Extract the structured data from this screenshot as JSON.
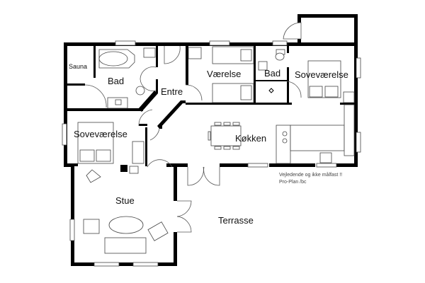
{
  "plan": {
    "rooms": [
      {
        "id": "sauna",
        "label": "Sauna"
      },
      {
        "id": "bad1",
        "label": "Bad"
      },
      {
        "id": "entre",
        "label": "Entre"
      },
      {
        "id": "vaerelse",
        "label": "Værelse"
      },
      {
        "id": "bad2",
        "label": "Bad"
      },
      {
        "id": "sovevaerelse1",
        "label": "Soveværelse"
      },
      {
        "id": "sovevaerelse2",
        "label": "Soveværelse"
      },
      {
        "id": "kokken",
        "label": "Køkken"
      },
      {
        "id": "stue",
        "label": "Stue"
      },
      {
        "id": "terrasse",
        "label": "Terrasse"
      }
    ],
    "notes": {
      "disclaimer": "Vejledende og ikke målfast !!",
      "credit": "Pro-Plan /bc"
    },
    "colors": {
      "wall": "#000000",
      "line": "#444444",
      "background": "#ffffff"
    }
  }
}
